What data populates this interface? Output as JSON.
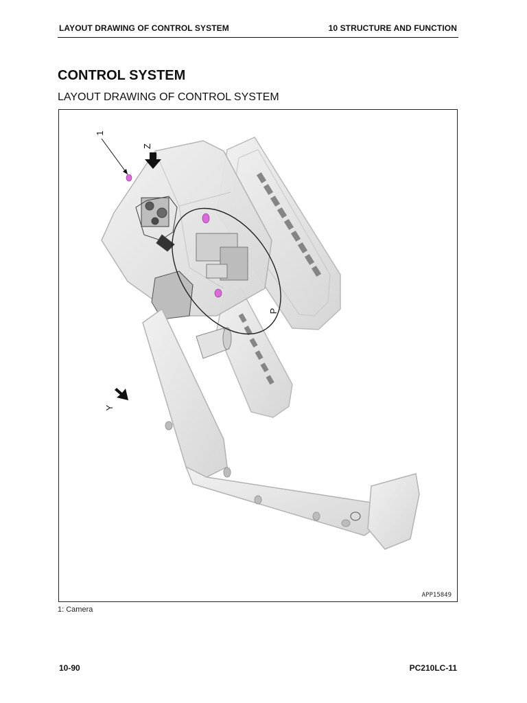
{
  "header": {
    "left": "LAYOUT DRAWING OF CONTROL SYSTEM",
    "right": "10 STRUCTURE AND FUNCTION"
  },
  "title": "CONTROL SYSTEM",
  "subtitle": "LAYOUT DRAWING OF CONTROL SYSTEM",
  "figure": {
    "callout_1": "1",
    "view_z": "Z",
    "view_y": "Y",
    "detail_p": "P",
    "code": "APP15849",
    "highlight_color": "#d96cd9"
  },
  "legend": "1: Camera",
  "footer": {
    "left": "10-90",
    "right": "PC210LC-11"
  }
}
